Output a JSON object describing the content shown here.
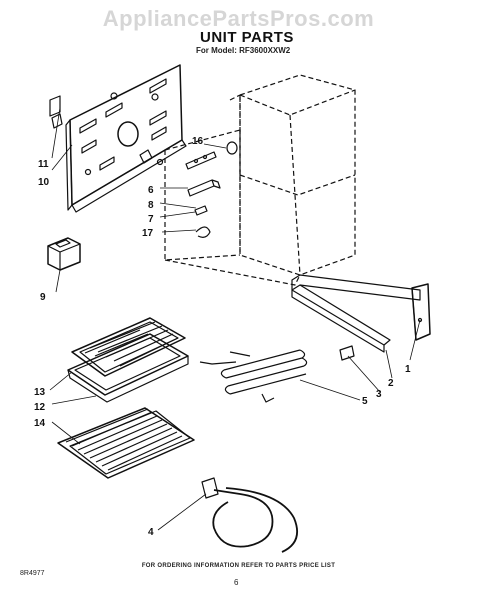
{
  "watermark": "AppliancePartsPros.com",
  "title": "UNIT PARTS",
  "model": "For Model: RF3600XXW2",
  "footer": "FOR ORDERING INFORMATION REFER TO PARTS PRICE LIST",
  "doc_code": "8R4977",
  "page_number": "6",
  "callouts": [
    "11",
    "10",
    "16",
    "6",
    "8",
    "7",
    "17",
    "9",
    "1",
    "2",
    "3",
    "5",
    "13",
    "12",
    "14",
    "4"
  ],
  "colors": {
    "ink": "#111111",
    "watermark": "#d6d6d6"
  }
}
